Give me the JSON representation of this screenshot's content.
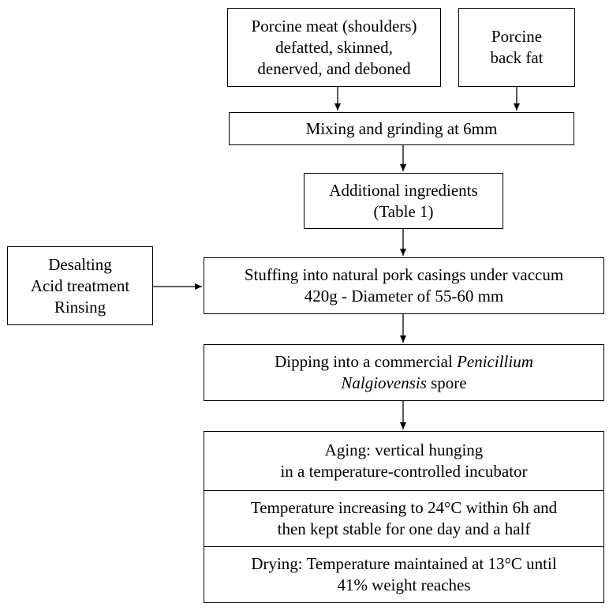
{
  "diagram": {
    "meat_box": {
      "lines": [
        "Porcine meat (shoulders)",
        "defatted, skinned,",
        "denerved, and deboned"
      ]
    },
    "fat_box": {
      "lines": [
        "Porcine",
        "back fat"
      ]
    },
    "mixing_box": {
      "text": "Mixing and grinding at 6mm"
    },
    "additional_box": {
      "lines": [
        "Additional ingredients",
        "(Table 1)"
      ]
    },
    "casing_prep_box": {
      "lines": [
        "Desalting",
        "Acid treatment",
        "Rinsing"
      ]
    },
    "stuffing_box": {
      "lines": [
        "Stuffing into natural pork casings under vaccum",
        "420g - Diameter of 55-60 mm"
      ]
    },
    "dipping_box": {
      "line1_prefix": "Dipping into a commercial ",
      "line1_italic": "Penicillium",
      "line2_italic": "Nalgiovensis",
      "line2_suffix": " spore"
    },
    "aging_box": {
      "aging_lines": [
        "Aging: vertical hunging",
        "in a temperature-controlled incubator"
      ],
      "temperature_lines": [
        "Temperature increasing to 24°C within 6h and",
        "then kept stable for one day and a half"
      ],
      "drying_lines": [
        "Drying: Temperature maintained at 13°C until",
        "41% weight reaches"
      ]
    }
  }
}
